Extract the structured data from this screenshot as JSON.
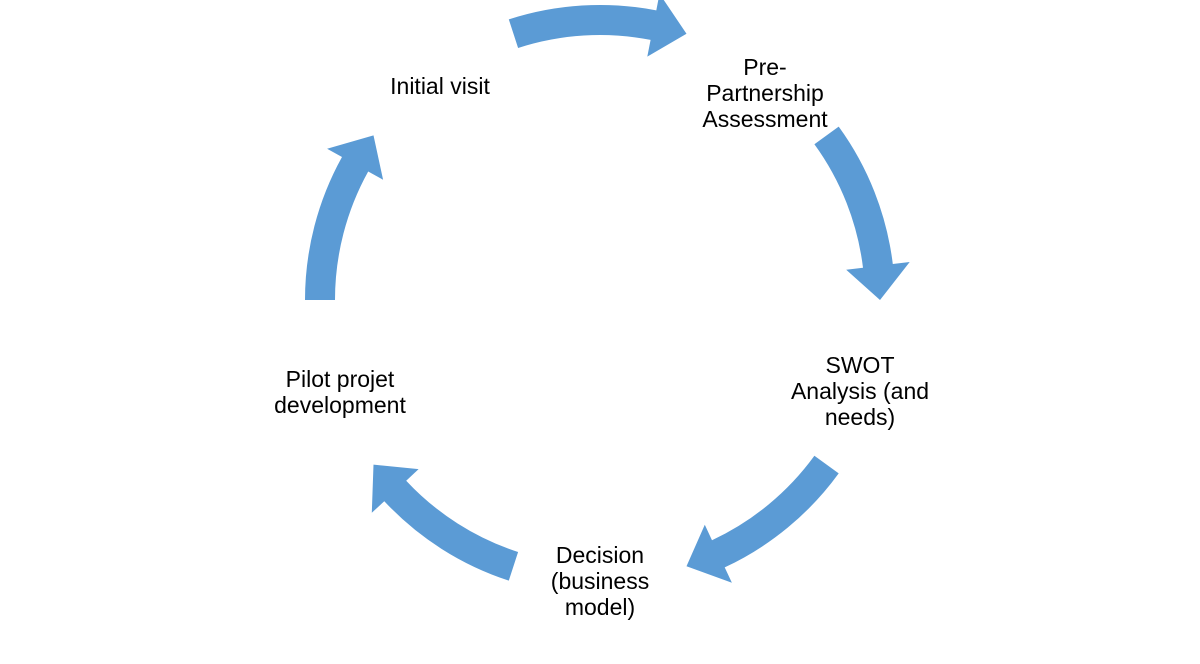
{
  "diagram": {
    "steps": [
      {
        "lines": [
          "Initial  visit"
        ]
      },
      {
        "lines": [
          "Pre-",
          "Partnership",
          "Assessment"
        ]
      },
      {
        "lines": [
          "SWOT",
          "Analysis (and",
          "needs)"
        ]
      },
      {
        "lines": [
          "Decision",
          "(business",
          "model)"
        ]
      },
      {
        "lines": [
          "Pilot projet",
          "development"
        ]
      }
    ],
    "arrow_color": "#5b9bd5"
  }
}
